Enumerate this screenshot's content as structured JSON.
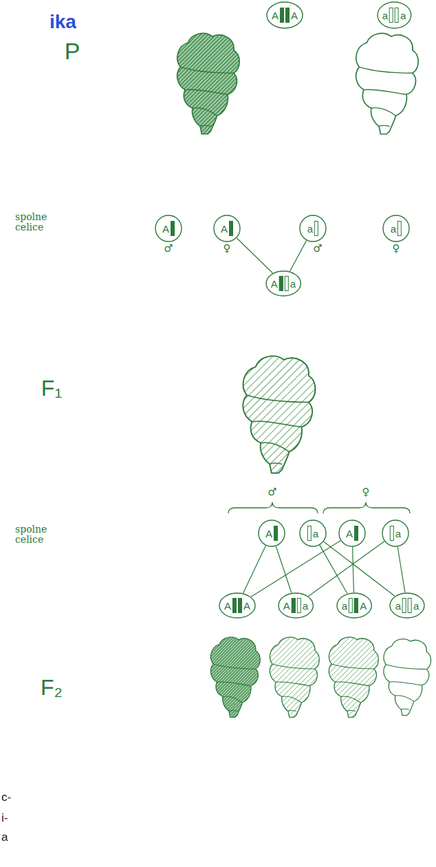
{
  "diagram": {
    "title": "ika",
    "nodes": [
      {
        "text": [
          "A",
          "A"
        ]
      },
      {
        "text": [
          "a",
          "a"
        ]
      },
      {
        "text": [
          "A"
        ]
      },
      {
        "text": [
          "A"
        ]
      },
      {
        "text": [
          "a"
        ]
      },
      {
        "text": [
          "a"
        ]
      },
      {
        "text": [
          "A",
          "a"
        ]
      },
      {
        "text": [
          "A"
        ]
      },
      {
        "text": [
          "a"
        ]
      },
      {
        "text": [
          "A"
        ]
      },
      {
        "text": [
          "a"
        ]
      },
      {
        "text": [
          "A",
          "A"
        ]
      },
      {
        "text": [
          "A",
          "a"
        ]
      },
      {
        "text": [
          "a",
          "A"
        ]
      },
      {
        "text": [
          "a",
          "a"
        ]
      }
    ],
    "edges": [
      {
        "from": 3,
        "to": 6,
        "arrow": "none"
      },
      {
        "from": 4,
        "to": 6,
        "arrow": "none"
      },
      {
        "from": 7,
        "to": 11,
        "arrow": "none"
      },
      {
        "from": 7,
        "to": 12,
        "arrow": "none"
      },
      {
        "from": 8,
        "to": 13,
        "arrow": "none"
      },
      {
        "from": 8,
        "to": 14,
        "arrow": "none"
      },
      {
        "from": 9,
        "to": 11,
        "arrow": "none"
      },
      {
        "from": 9,
        "to": 13,
        "arrow": "none"
      },
      {
        "from": 10,
        "to": 12,
        "arrow": "none"
      },
      {
        "from": 10,
        "to": 14,
        "arrow": "none"
      }
    ],
    "labels": [
      "P",
      "spolne celice",
      "♂",
      "♀",
      "♂",
      "♀",
      "F₁",
      "spolne celice",
      "♂",
      "♀",
      "F₂",
      "c-",
      "i-",
      "a"
    ]
  }
}
